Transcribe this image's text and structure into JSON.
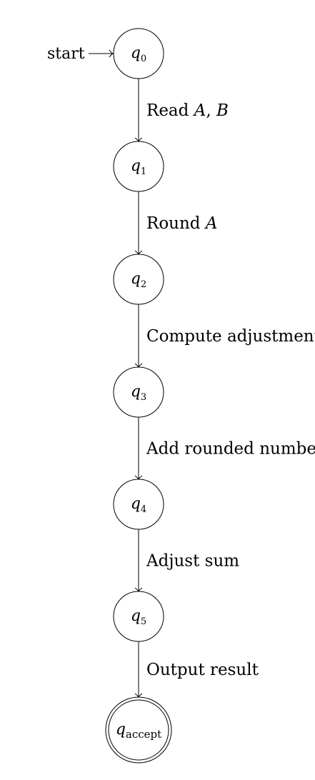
{
  "diagram": {
    "start_label": "start",
    "states": [
      {
        "id": "q0",
        "letter": "q",
        "sub": "0",
        "accepting": false
      },
      {
        "id": "q1",
        "letter": "q",
        "sub": "1",
        "accepting": false
      },
      {
        "id": "q2",
        "letter": "q",
        "sub": "2",
        "accepting": false
      },
      {
        "id": "q3",
        "letter": "q",
        "sub": "3",
        "accepting": false
      },
      {
        "id": "q4",
        "letter": "q",
        "sub": "4",
        "accepting": false
      },
      {
        "id": "q5",
        "letter": "q",
        "sub": "5",
        "accepting": false
      },
      {
        "id": "qaccept",
        "letter": "q",
        "sub": "accept",
        "accepting": true
      }
    ],
    "transitions": [
      {
        "from": "q0",
        "to": "q1",
        "label_parts": [
          "Read ",
          "A",
          ", ",
          "B"
        ]
      },
      {
        "from": "q1",
        "to": "q2",
        "label_parts": [
          "Round ",
          "A"
        ]
      },
      {
        "from": "q2",
        "to": "q3",
        "label_parts": [
          "Compute adjustment"
        ]
      },
      {
        "from": "q3",
        "to": "q4",
        "label_parts": [
          "Add rounded numbers"
        ]
      },
      {
        "from": "q4",
        "to": "q5",
        "label_parts": [
          "Adjust sum"
        ]
      },
      {
        "from": "q5",
        "to": "qaccept",
        "label_parts": [
          "Output result"
        ]
      }
    ]
  }
}
